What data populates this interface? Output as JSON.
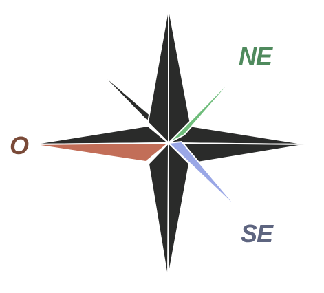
{
  "labels": {
    "ne": "NE",
    "o": "O",
    "se": "SE"
  },
  "colors": {
    "background": "#ffffff",
    "star_dark": "#2a2b2a",
    "star_outline": "#ffffff",
    "ne_highlight": "#6fbd7b",
    "se_highlight": "#9aa7e6",
    "o_highlight": "#c26e58",
    "ne_label": "#4f8a5d",
    "se_label": "#5e6580",
    "o_label": "#7a4a38"
  }
}
